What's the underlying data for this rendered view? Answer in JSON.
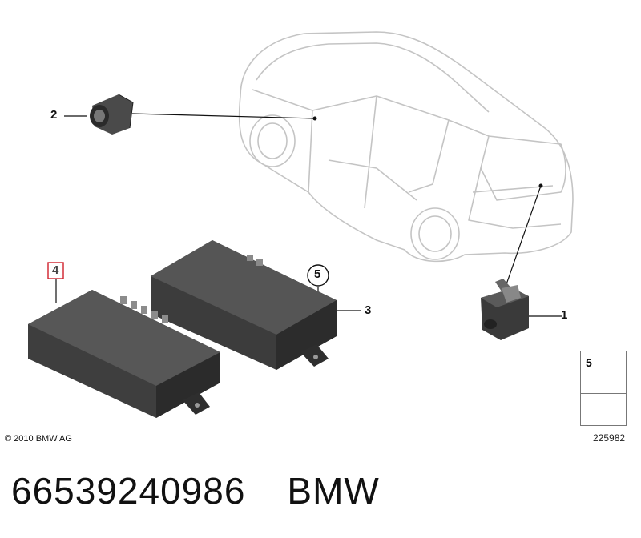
{
  "callouts": {
    "c1": "1",
    "c2": "2",
    "c3": "3",
    "c4": "4",
    "c5": "5"
  },
  "legend": {
    "item_number": "5"
  },
  "copyright": "© 2010 BMW AG",
  "diagram_number": "225982",
  "footer": {
    "part_number": "66539240986",
    "brand": "BMW"
  },
  "colors": {
    "outline": "#c8c8c8",
    "module_dark": "#3c3c3c",
    "highlight_box": "#d0202a"
  }
}
